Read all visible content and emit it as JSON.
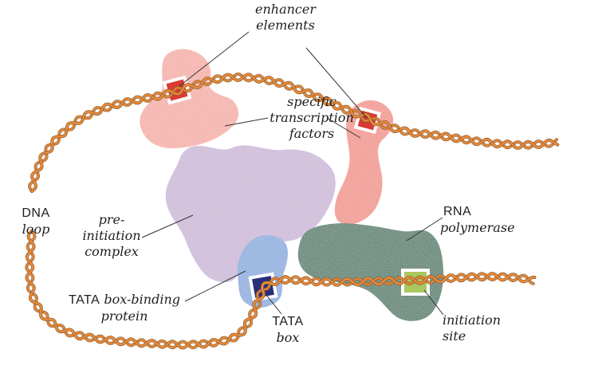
{
  "figure": {
    "title": "Transcription initiation complex with DNA loop",
    "colors": {
      "dna": "#e98a3a",
      "dna_edge": "#8a5a2a",
      "enhancer_protein": "#f4a8a0",
      "enhancer_element": "#d93a32",
      "specific_factor": "#f08a80",
      "preinitiation_complex": "#c9b3d6",
      "tata_binding_protein": "#7fa6dc",
      "tata_box": "#2a2f7a",
      "rna_polymerase": "#2f6e55",
      "initiation_site": "#a9c860",
      "leader_line": "#333333"
    }
  },
  "labels": {
    "enhancer": {
      "line1": "enhancer",
      "line2": "elements"
    },
    "specific": {
      "line1": "specific",
      "line2": "transcription",
      "line3": "factors"
    },
    "dna_loop": {
      "line1": "DNA",
      "line2": "loop"
    },
    "preinit": {
      "line1": "pre-",
      "line2": "initiation",
      "line3": "complex"
    },
    "tbp": {
      "line1_roman": "TATA",
      "line1_italic": "box-binding",
      "line2": "protein"
    },
    "tata_box": {
      "line1": "TATA",
      "line2": "box"
    },
    "rna_pol": {
      "line1": "RNA",
      "line2": "polymerase"
    },
    "init_site": {
      "line1": "initiation",
      "line2": "site"
    }
  }
}
